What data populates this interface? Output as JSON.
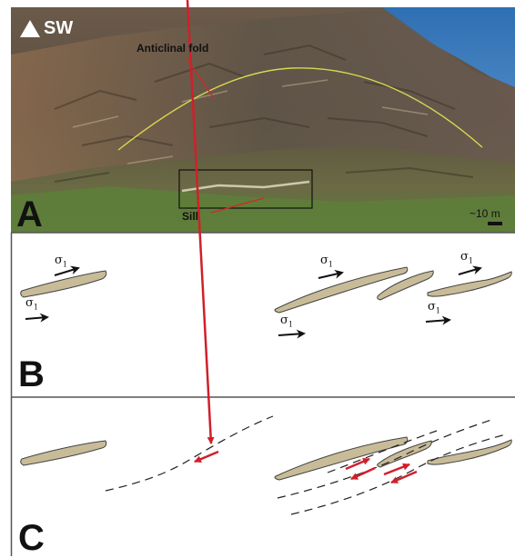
{
  "panel_a": {
    "letter": "A",
    "direction": "SW",
    "fold_label": "Anticlinal fold",
    "sill_label": "Sill",
    "scale_label": "~10 m"
  },
  "panel_b": {
    "letter": "B",
    "stress_symbol": "σ",
    "stress_index": "1"
  },
  "panel_c": {
    "letter": "C"
  },
  "colors": {
    "sill_fill": "#c8bb98",
    "sill_stroke": "#444444",
    "fold_line": "#d8d850",
    "leader_line": "#cc2a2a",
    "shear_arrow": "#d0202a",
    "border": "#555555"
  }
}
